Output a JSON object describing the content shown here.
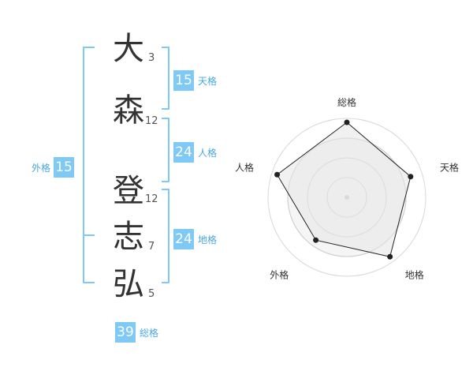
{
  "name": {
    "chars": [
      {
        "kanji": "大",
        "strokes": "3"
      },
      {
        "kanji": "森",
        "strokes": "12"
      },
      {
        "kanji": "登",
        "strokes": "12"
      },
      {
        "kanji": "志",
        "strokes": "7"
      },
      {
        "kanji": "弘",
        "strokes": "5"
      }
    ]
  },
  "fortune": {
    "tenkaku": {
      "value": "15",
      "label": "天格"
    },
    "jinkaku": {
      "value": "24",
      "label": "人格"
    },
    "chikaku": {
      "value": "24",
      "label": "地格"
    },
    "gaikaku": {
      "value": "15",
      "label": "外格"
    },
    "soukaku": {
      "value": "39",
      "label": "総格"
    }
  },
  "colors": {
    "accent": "#7ec9f5",
    "bracket": "#7ec9f5",
    "label": "#4aa8e0"
  },
  "chart_data": {
    "type": "radar",
    "axes": [
      "総格",
      "天格",
      "地格",
      "外格",
      "人格"
    ],
    "values": [
      0.95,
      0.85,
      0.93,
      0.67,
      0.93
    ],
    "rings": 4,
    "range": [
      0,
      1
    ]
  }
}
